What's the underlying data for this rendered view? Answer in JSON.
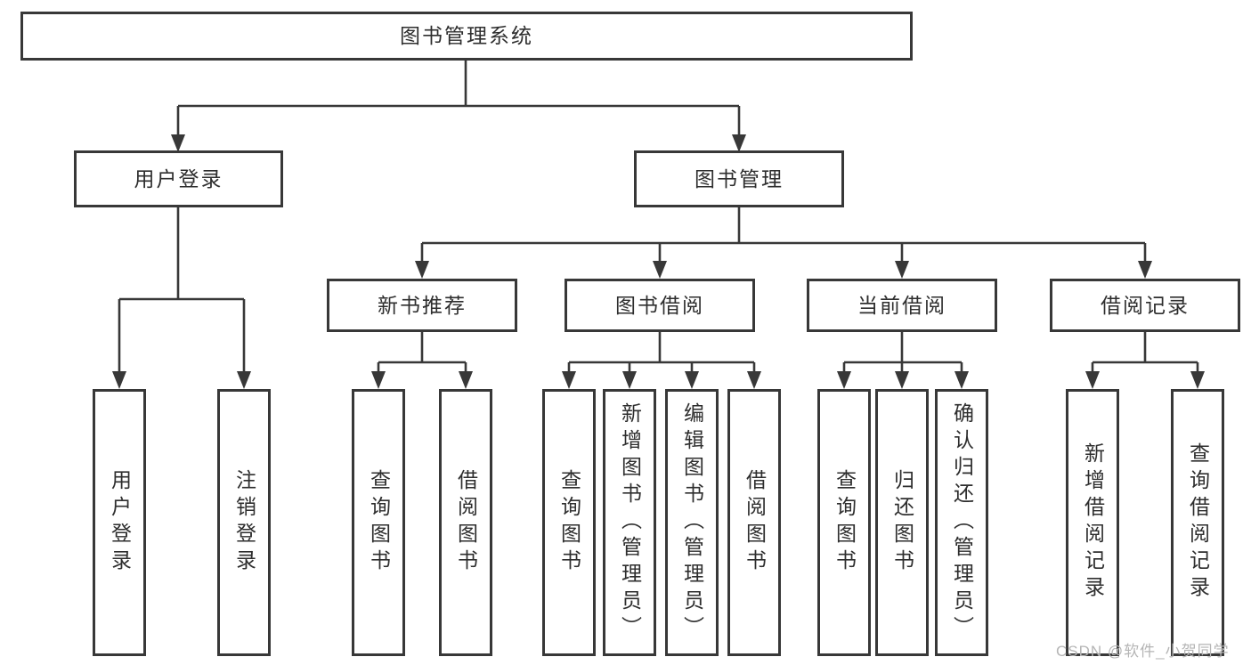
{
  "tree": {
    "label": "图书管理系统",
    "children": [
      {
        "label": "用户登录",
        "children": [
          {
            "label": "用户登录"
          },
          {
            "label": "注销登录"
          }
        ]
      },
      {
        "label": "图书管理",
        "children": [
          {
            "label": "新书推荐",
            "children": [
              {
                "label": "查询图书"
              },
              {
                "label": "借阅图书"
              }
            ]
          },
          {
            "label": "图书借阅",
            "children": [
              {
                "label": "查询图书"
              },
              {
                "label": "新增图书（管理员）"
              },
              {
                "label": "编辑图书（管理员）"
              },
              {
                "label": "借阅图书"
              }
            ]
          },
          {
            "label": "当前借阅",
            "children": [
              {
                "label": "查询图书"
              },
              {
                "label": "归还图书"
              },
              {
                "label": "确认归还（管理员）"
              }
            ]
          },
          {
            "label": "借阅记录",
            "children": [
              {
                "label": "新增借阅记录"
              },
              {
                "label": "查询借阅记录"
              }
            ]
          }
        ]
      }
    ]
  },
  "watermark": "CSDN @软件_小贺同学",
  "colors": {
    "line": "#383838",
    "border": "#383838",
    "text": "#2e2e2e",
    "watermark": "#b5b5b5",
    "bg": "#ffffff"
  }
}
